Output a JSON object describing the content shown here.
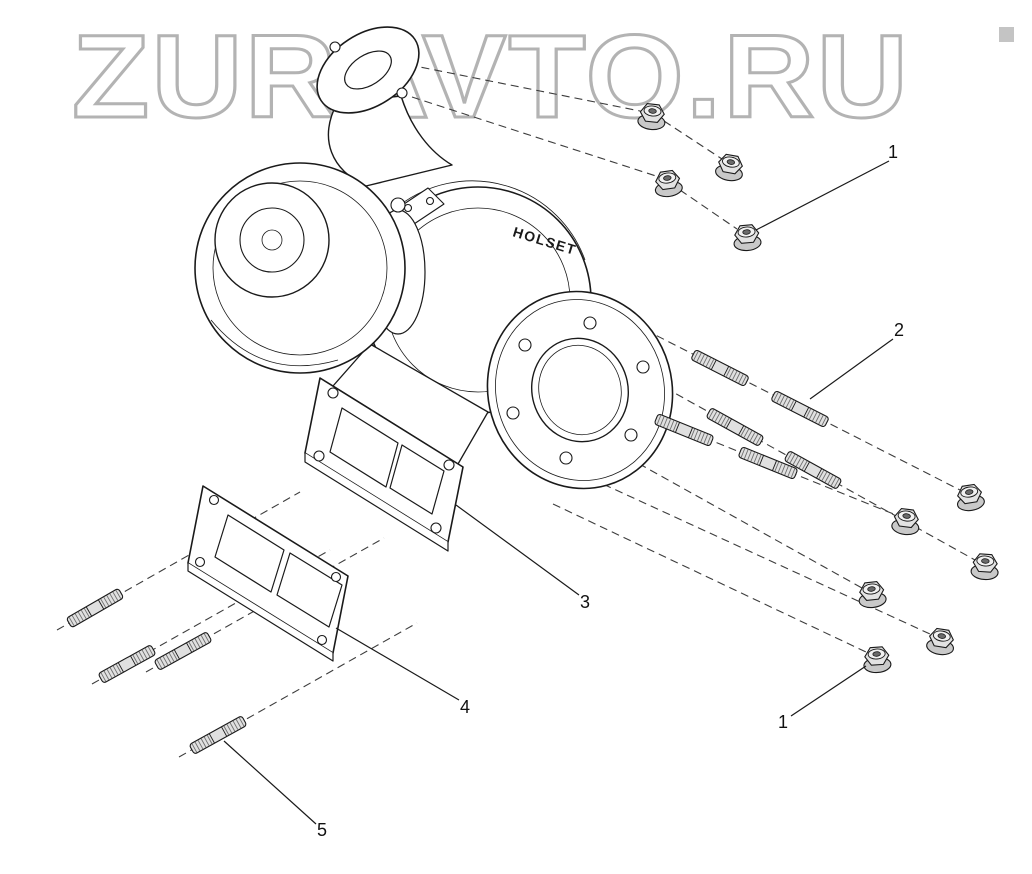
{
  "watermark": {
    "text": "ZURAVTO.RU",
    "color": "#b3b3b3"
  },
  "diagram": {
    "type": "exploded-parts-diagram",
    "subject": "turbocharger-mounting-hardware",
    "brand_label": "HOLSET",
    "callouts": {
      "c1_top": {
        "label": "1"
      },
      "c2": {
        "label": "2"
      },
      "c3": {
        "label": "3"
      },
      "c4": {
        "label": "4"
      },
      "c1_bottom": {
        "label": "1"
      },
      "c5": {
        "label": "5"
      }
    },
    "quantities": {
      "nuts": 10,
      "upper_studs": 6,
      "lower_studs": 4,
      "gasket": 1,
      "turbocharger": 1
    },
    "colors": {
      "line": "#1a1a1a",
      "background": "#ffffff",
      "hardware_fill": "#e0e0e0",
      "watermark": "#b3b3b3"
    }
  }
}
